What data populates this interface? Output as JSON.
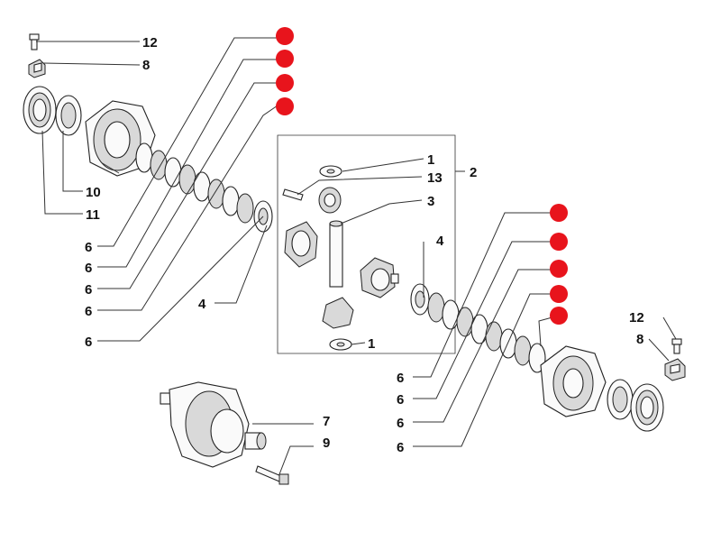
{
  "labels": {
    "part_12": "12",
    "part_8": "8",
    "part_10": "10",
    "part_11": "11",
    "part_6": "6",
    "part_4": "4",
    "part_1": "1",
    "part_13": "13",
    "part_2": "2",
    "part_3": "3",
    "part_7": "7",
    "part_9": "9"
  },
  "colors": {
    "marker": "#e8141c",
    "line": "#333333",
    "text": "#111111"
  }
}
